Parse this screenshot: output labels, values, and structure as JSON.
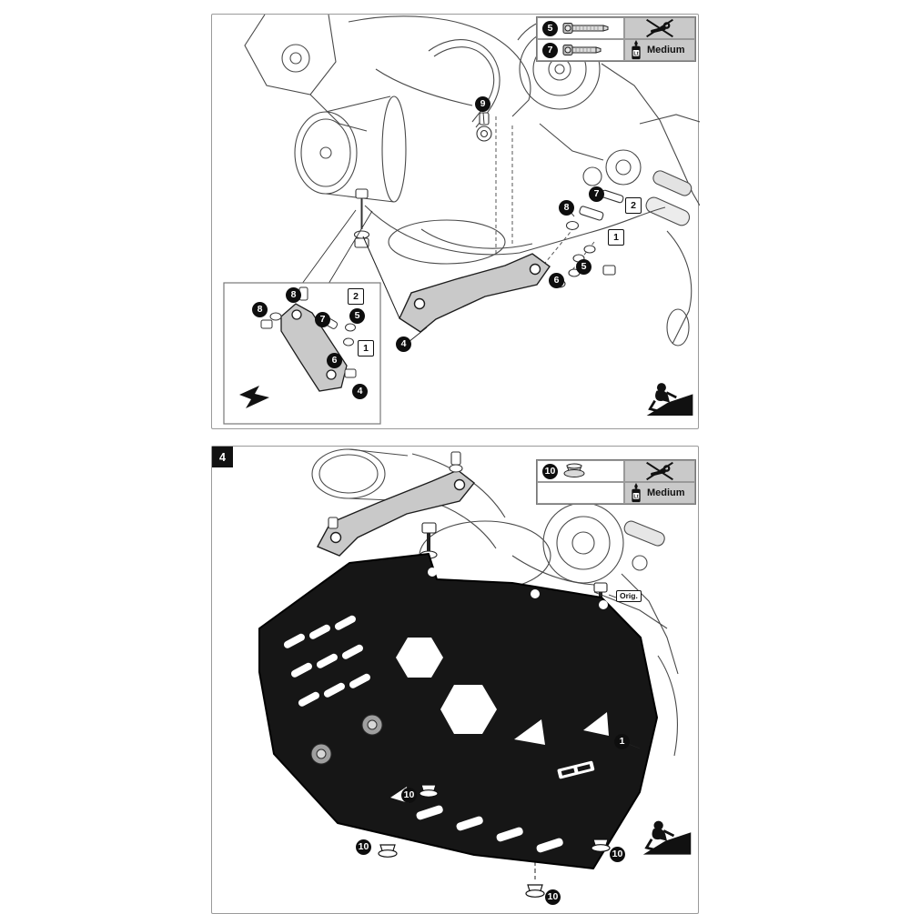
{
  "document": {
    "type": "assembly-instruction-diagram"
  },
  "colors": {
    "panel_border": "#9a9a9a",
    "black": "#111111",
    "legend_gray": "#c9c9c9",
    "bracket_gray": "#c9c9c9",
    "plate_black": "#161616",
    "line": "#4a4a4a"
  },
  "panel1": {
    "legend": {
      "row1_badge": "5",
      "row2_badge": "7",
      "bottle_label": "Lt",
      "strength": "Medium"
    },
    "callouts": {
      "c9": "9",
      "c8": "8",
      "c7": "7",
      "b2": "2",
      "b1": "1",
      "c5": "5",
      "c6": "6",
      "c4": "4"
    },
    "inset_callouts": {
      "c8a": "8",
      "c8b": "8",
      "b2": "2",
      "c7": "7",
      "c5": "5",
      "b1": "1",
      "c6": "6",
      "c4": "4"
    }
  },
  "panel2": {
    "step_number": "4",
    "legend": {
      "row1_badge": "10",
      "bottle_label": "Lt",
      "strength": "Medium"
    },
    "orig_label": "Orig.",
    "callouts": {
      "c1": "1",
      "c10a": "10",
      "c10b": "10",
      "c10c": "10",
      "c10d": "10"
    }
  },
  "icons": {
    "no_tools": "crossed-tool-icon",
    "threadlocker": "threadlocker-bottle-icon",
    "mechanic": "mechanic-ramp-icon",
    "direction": "direction-arrow-icon"
  }
}
